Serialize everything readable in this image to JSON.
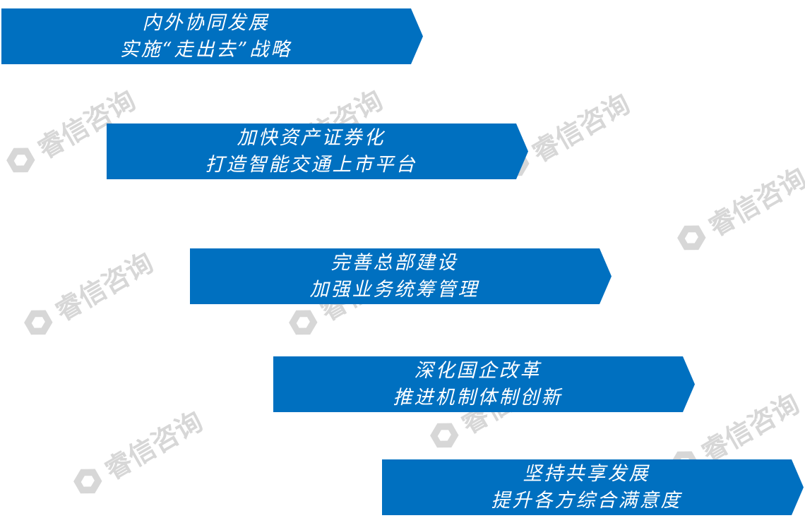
{
  "arrows": [
    {
      "line1": "内外协同发展",
      "line2": "实施“走出去”战略"
    },
    {
      "line1": "加快资产证券化",
      "line2": "打造智能交通上市平台"
    },
    {
      "line1": "完善总部建设",
      "line2": "加强业务统筹管理"
    },
    {
      "line1": "深化国企改革",
      "line2": "推进机制体制创新"
    },
    {
      "line1": "坚持共享发展",
      "line2": "提升各方综合满意度"
    }
  ],
  "watermark": {
    "text": "睿信咨询"
  },
  "colors": {
    "arrow_fill": "#0070c0",
    "arrow_text": "#ffffff",
    "watermark": "#d7d7d7"
  }
}
